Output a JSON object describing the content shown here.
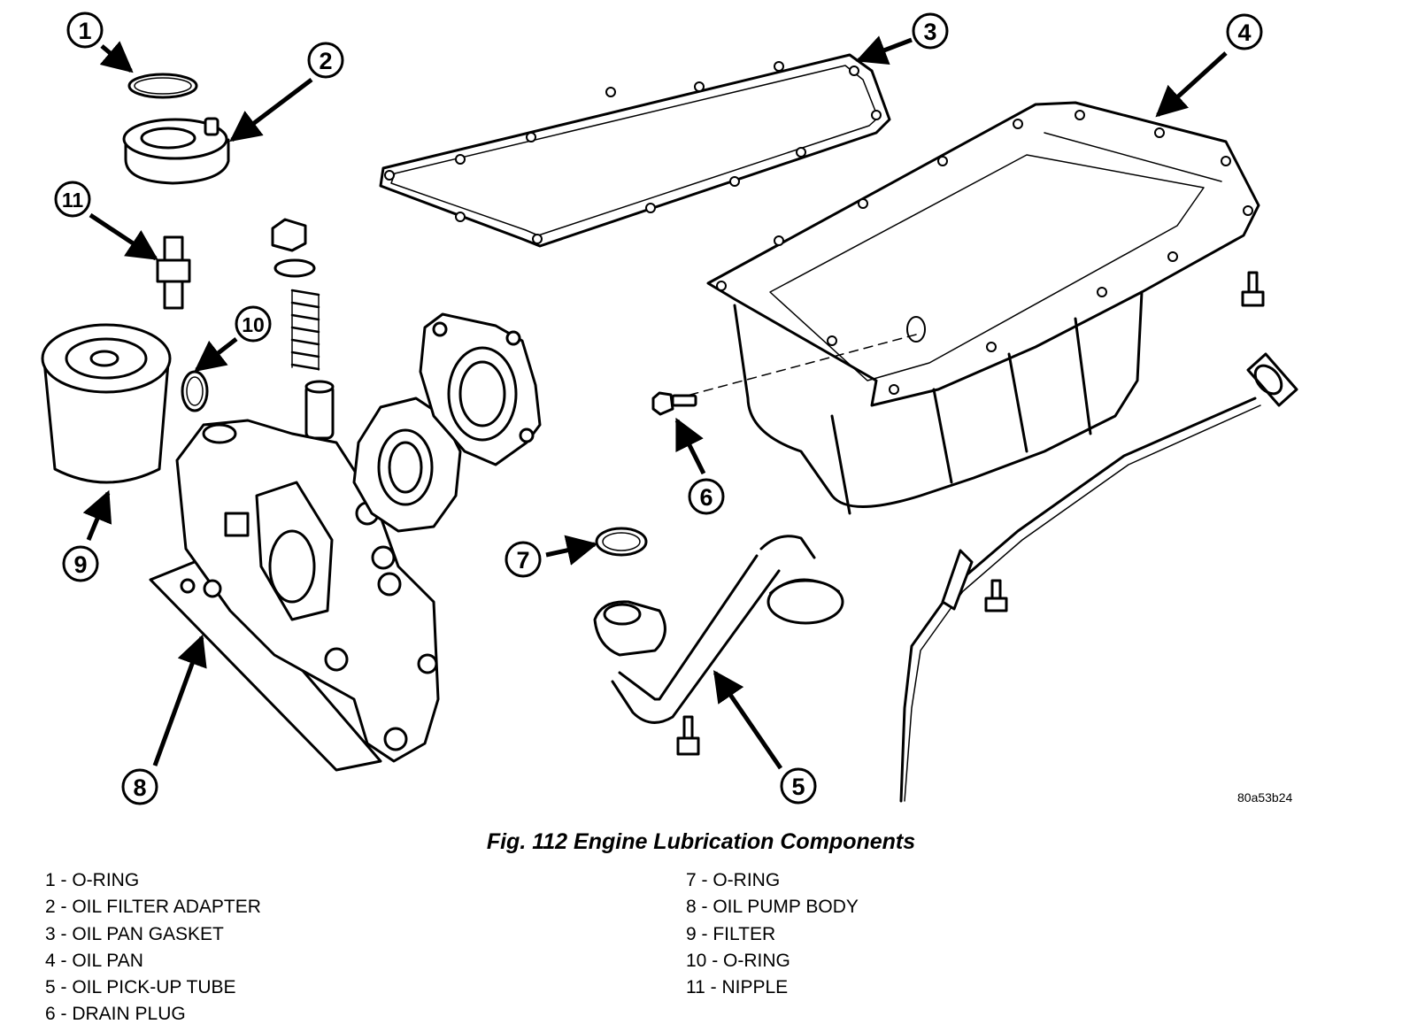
{
  "figure": {
    "title": "Fig. 112 Engine Lubrication Components",
    "code": "80a53b24"
  },
  "callouts": [
    "1",
    "2",
    "3",
    "4",
    "5",
    "6",
    "7",
    "8",
    "9",
    "10",
    "11"
  ],
  "legend": {
    "left": [
      "1 - O-RING",
      "2 - OIL FILTER ADAPTER",
      "3 - OIL PAN GASKET",
      "4 - OIL PAN",
      "5 - OIL PICK-UP TUBE",
      "6 - DRAIN PLUG"
    ],
    "right": [
      "7 - O-RING",
      "8 - OIL PUMP BODY",
      "9 - FILTER",
      "10 - O-RING",
      "11 - NIPPLE"
    ]
  }
}
